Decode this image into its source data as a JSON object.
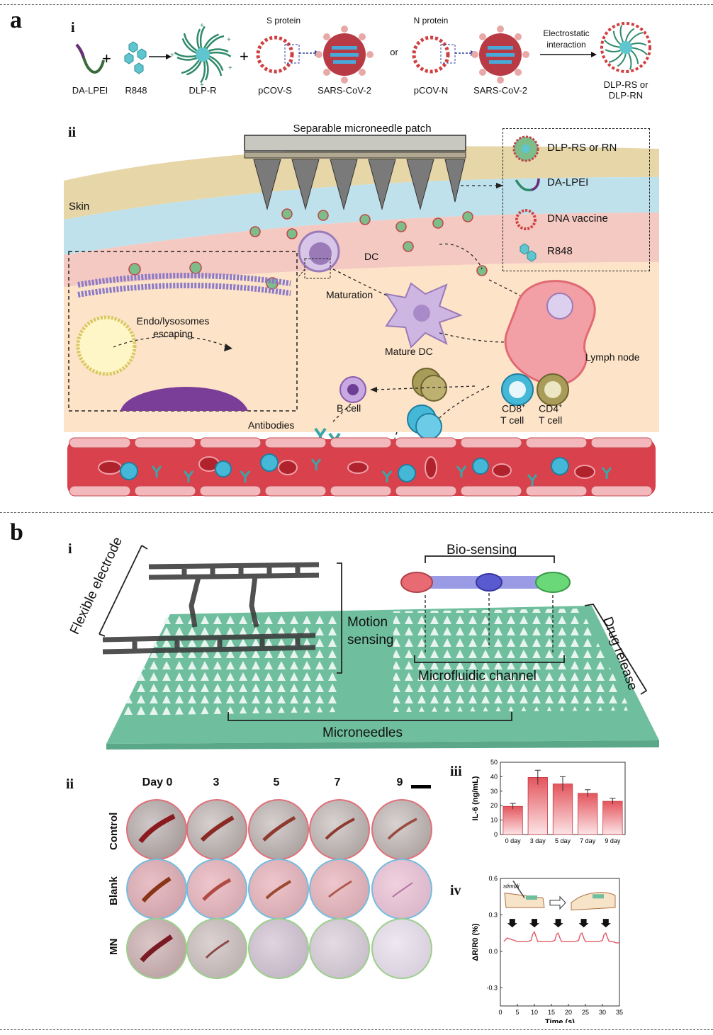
{
  "panel_a": {
    "letter": "a",
    "sub_i": "i",
    "sub_ii": "ii",
    "row_i_labels": {
      "da_lpei": "DA-LPEI",
      "r848": "R848",
      "dlp_r": "DLP-R",
      "s_protein": "S protein",
      "pcov_s": "pCOV-S",
      "sars1": "SARS-CoV-2",
      "or": "or",
      "n_protein": "N protein",
      "pcov_n": "pCOV-N",
      "sars2": "SARS-CoV-2",
      "electrostatic": "Electrostatic",
      "interaction": "interaction",
      "dlp_rs_or": "DLP-RS or",
      "dlp_rn": "DLP-RN"
    },
    "ii_labels": {
      "patch": "Separable microneedle patch",
      "skin": "Skin",
      "dc": "DC",
      "maturation": "Maturation",
      "mature_dc": "Mature DC",
      "endo1": "Endo/lysosomes",
      "endo2": "escaping",
      "lymph_node": "Lymph node",
      "b_cell": "B cell",
      "antibodies": "Antibodies",
      "cd8_a": "CD8",
      "cd8_b": "T cell",
      "cd4_a": "CD4",
      "cd4_b": "T cell",
      "sup": "+"
    },
    "legend": [
      {
        "label": "DLP-RS or RN",
        "icon": "dlp-particle-icon"
      },
      {
        "label": "DA-LPEI",
        "icon": "polymer-strand-icon"
      },
      {
        "label": "DNA vaccine",
        "icon": "dna-ring-icon"
      },
      {
        "label": "R848",
        "icon": "r848-molecule-icon"
      }
    ]
  },
  "panel_b": {
    "letter": "b",
    "sub_i": "i",
    "sub_ii": "ii",
    "sub_iii": "iii",
    "sub_iv": "iv",
    "i_labels": {
      "flexible_electrode": "Flexible electrode",
      "bio_sensing": "Bio-sensing",
      "motion": "Motion",
      "sensing": "sensing",
      "microfluidic": "Microfluidic channel",
      "drug_release": "Drug release",
      "microneedles": "Microneedles"
    },
    "ii": {
      "days": [
        "Day 0",
        "3",
        "5",
        "7",
        "9"
      ],
      "rows": [
        "Control",
        "Blank",
        "MN"
      ],
      "ring_colors": [
        "#e0707a",
        "#74bde0",
        "#9ccf8c"
      ]
    },
    "iv_text": {
      "stimuli": "stimuli"
    }
  },
  "chart_data": [
    {
      "type": "bar",
      "categories": [
        "0 day",
        "3 day",
        "5 day",
        "7 day",
        "9 day"
      ],
      "values": [
        19.5,
        39.5,
        35.0,
        28.5,
        23.0
      ],
      "errors": [
        2.0,
        5.0,
        5.0,
        2.5,
        2.0
      ],
      "ylabel": "IL-6 (ng/mL)",
      "ylim": [
        0,
        50
      ],
      "yticks": [
        "0",
        "10",
        "20",
        "30",
        "40",
        "50"
      ],
      "bar_color": "#e4555d"
    },
    {
      "type": "line",
      "xlabel": "Time (s)",
      "ylabel": "ΔR/R0 (%)",
      "xlim": [
        0,
        35
      ],
      "ylim": [
        -0.45,
        0.6
      ],
      "xticks": [
        "0",
        "5",
        "10",
        "15",
        "20",
        "25",
        "30",
        "35"
      ],
      "yticks": [
        "0.6",
        "0.3",
        "0.0",
        "-0.3"
      ],
      "x": [
        1,
        2,
        3,
        4,
        5,
        6,
        7,
        8,
        9,
        9.5,
        10,
        10.5,
        11,
        12,
        13,
        14,
        15,
        16,
        16.5,
        17,
        17.5,
        18,
        19,
        20,
        21,
        22,
        23,
        23.5,
        24,
        24.5,
        25,
        26,
        27,
        28,
        29,
        30,
        30.5,
        31,
        31.5,
        32,
        33,
        34,
        35
      ],
      "y": [
        0.08,
        0.11,
        0.1,
        0.09,
        0.08,
        0.08,
        0.08,
        0.08,
        0.09,
        0.14,
        0.16,
        0.12,
        0.08,
        0.08,
        0.08,
        0.08,
        0.08,
        0.09,
        0.14,
        0.15,
        0.11,
        0.08,
        0.08,
        0.08,
        0.08,
        0.08,
        0.09,
        0.14,
        0.15,
        0.11,
        0.08,
        0.08,
        0.08,
        0.08,
        0.08,
        0.09,
        0.14,
        0.15,
        0.11,
        0.08,
        0.08,
        0.07,
        0.07
      ],
      "line_color": "#e05a66",
      "stimuli_times": [
        3.5,
        10,
        17,
        24.5,
        31
      ]
    }
  ]
}
